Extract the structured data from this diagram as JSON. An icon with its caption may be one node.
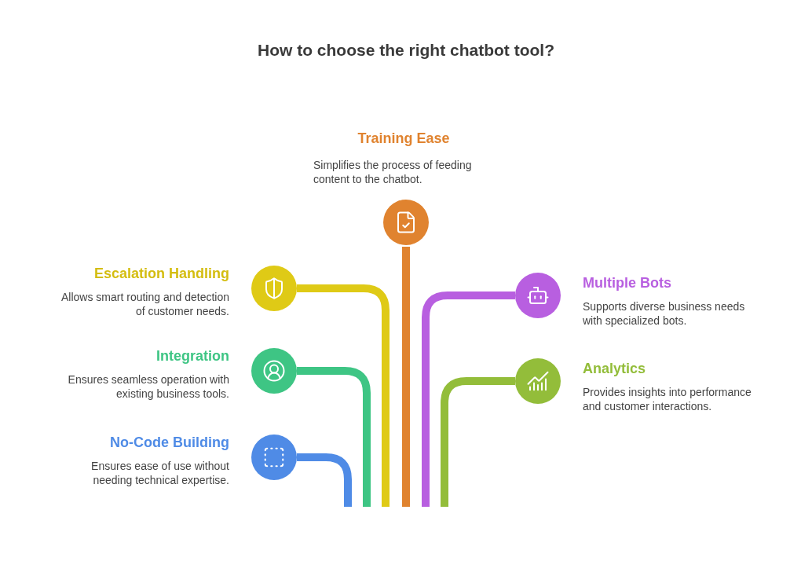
{
  "diagram": {
    "title": "How to choose the right chatbot tool?",
    "nodes": [
      {
        "text": [],
        "shape": "circle",
        "beside": [
          "Training Ease",
          "Simplifies the process of feeding content to the chatbot."
        ]
      },
      {
        "text": [],
        "shape": "circle",
        "beside": [
          "Escalation Handling",
          "Allows smart routing and detection of customer needs."
        ]
      },
      {
        "text": [],
        "shape": "circle",
        "beside": [
          "Multiple Bots",
          "Supports diverse business needs with specialized bots."
        ]
      },
      {
        "text": [],
        "shape": "circle",
        "beside": [
          "Integration",
          "Ensures seamless operation with existing business tools."
        ]
      },
      {
        "text": [],
        "shape": "circle",
        "beside": [
          "Analytics",
          "Provides insights into performance and customer interactions."
        ]
      },
      {
        "text": [],
        "shape": "circle",
        "beside": [
          "No-Code Building",
          "Ensures ease of use without needing technical expertise."
        ]
      }
    ],
    "edges": [
      {
        "from": 0,
        "to": null,
        "arrow": "none",
        "color": "#e0832f"
      },
      {
        "from": 1,
        "to": null,
        "arrow": "none",
        "color": "#dfca16"
      },
      {
        "from": 2,
        "to": null,
        "arrow": "none",
        "color": "#b85fe0"
      },
      {
        "from": 3,
        "to": null,
        "arrow": "none",
        "color": "#3ec584"
      },
      {
        "from": 4,
        "to": null,
        "arrow": "none",
        "color": "#93bd3a"
      },
      {
        "from": 5,
        "to": null,
        "arrow": "none",
        "color": "#4f8be6"
      }
    ]
  }
}
